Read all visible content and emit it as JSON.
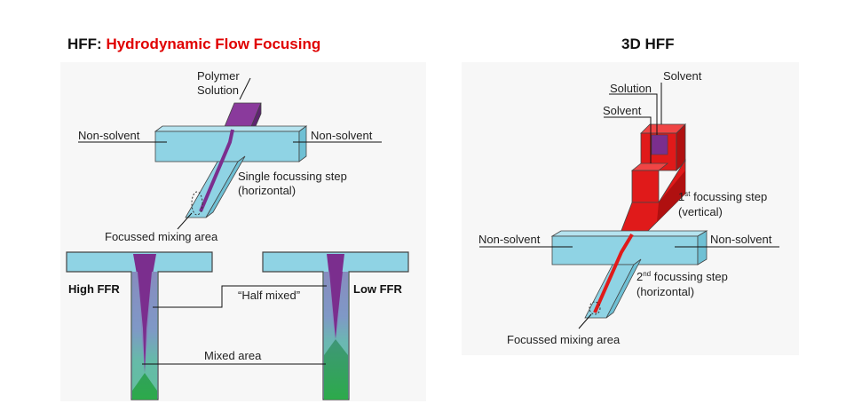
{
  "left_panel": {
    "title_prefix": "HFF: ",
    "title_main": "Hydrodynamic Flow Focusing",
    "labels": {
      "polymer_line1": "Polymer",
      "polymer_line2": "Solution",
      "non_solvent_left": "Non-solvent",
      "non_solvent_right": "Non-solvent",
      "step_line1": "Single focussing step",
      "step_line2": "(horizontal)",
      "focused_mixing": "Focussed mixing area",
      "high_ffr": "High FFR",
      "low_ffr": "Low FFR",
      "half_mixed": "“Half mixed”",
      "mixed_area": "Mixed area"
    }
  },
  "right_panel": {
    "title": "3D HFF",
    "labels": {
      "solvent_top": "Solvent",
      "solution": "Solution",
      "solvent_left": "Solvent",
      "step1_prefix": "1",
      "step1_sup": "st",
      "step1_rest": " focussing step",
      "step1_line2": "(vertical)",
      "non_solvent_left": "Non-solvent",
      "non_solvent_right": "Non-solvent",
      "step2_prefix": "2",
      "step2_sup": "nd",
      "step2_rest": " focussing step",
      "step2_line2": "(horizontal)",
      "focused_mixing": "Focussed mixing area"
    }
  },
  "colors": {
    "channel_blue": "#8fd3e4",
    "polymer_purple": "#7b2e8e",
    "solvent_red": "#e01a1a",
    "mixed_green": "#27a843",
    "title_accent": "#e00000"
  }
}
